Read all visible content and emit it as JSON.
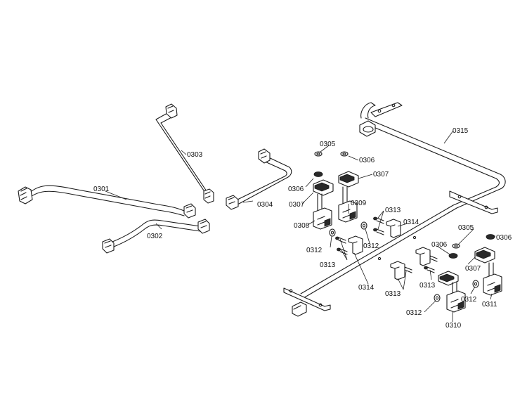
{
  "labels": {
    "p0301": "0301",
    "p0302": "0302",
    "p0303": "0303",
    "p0304": "0304",
    "p0305a": "0305",
    "p0305b": "0305",
    "p0306a": "0306",
    "p0306b": "0306",
    "p0306c": "0306",
    "p0306d": "0306",
    "p0307a": "0307",
    "p0307b": "0307",
    "p0307c": "0307",
    "p0308": "0308",
    "p0309": "0309",
    "p0310": "0310",
    "p0311": "0311",
    "p0312a": "0312",
    "p0312b": "0312",
    "p0312c": "0312",
    "p0312d": "0312",
    "p0313a": "0313",
    "p0313b": "0313",
    "p0313c": "0313",
    "p0313d": "0313",
    "p0314a": "0314",
    "p0314b": "0314",
    "p0315": "0315"
  },
  "colors": {
    "line": "#1a1a1a",
    "background": "#ffffff"
  }
}
